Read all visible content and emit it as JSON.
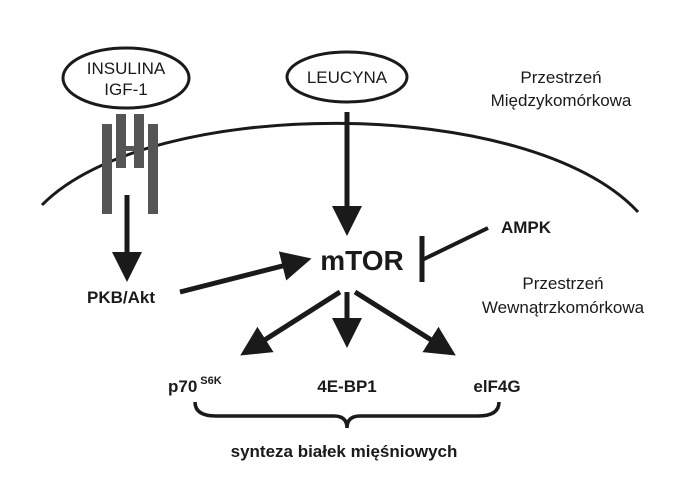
{
  "colors": {
    "ink": "#1a1a1a",
    "receptor": "#555555",
    "background": "#ffffff"
  },
  "inputs": {
    "insulin_line1": "INSULINA",
    "insulin_line2": "IGF-1",
    "leucine": "LEUCYNA"
  },
  "regions": {
    "extracellular_line1": "Przestrzeń",
    "extracellular_line2": "Międzykomórkowa",
    "intracellular_line1": "Przestrzeń",
    "intracellular_line2": "Wewnątrzkomórkowa"
  },
  "nodes": {
    "mtor": "mTOR",
    "ampk": "AMPK",
    "pkb": "PKB/Akt",
    "p70": "p70",
    "p70_superscript": "S6K",
    "bp1": "4E-BP1",
    "eif4g": "elF4G"
  },
  "outcome": "synteza białek mięśniowych"
}
